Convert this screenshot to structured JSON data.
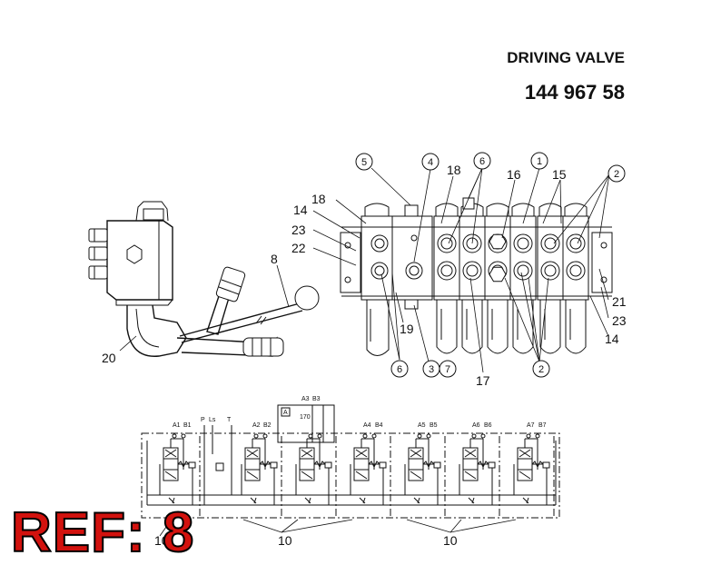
{
  "title": "DRIVING VALVE",
  "part_number": "144 967 58",
  "ref_stamp": "REF: 8",
  "callouts": {
    "plain": {
      "c8": "8",
      "c10a": "10",
      "c10b": "10",
      "c10c": "10",
      "c14a": "14",
      "c14b": "14",
      "c15": "15",
      "c16": "16",
      "c17": "17",
      "c18a": "18",
      "c18b": "18",
      "c19": "19",
      "c20": "20",
      "c21": "21",
      "c22": "22",
      "c23a": "23",
      "c23b": "23"
    },
    "circled": {
      "k1": "1",
      "k2a": "2",
      "k2b": "2",
      "k3": "3",
      "k4": "4",
      "k5": "5",
      "k6a": "6",
      "k6b": "6",
      "k7": "7"
    }
  },
  "schematic": {
    "ports": {
      "a1": "A1",
      "b1": "B1",
      "p": "P",
      "ls": "Ls",
      "t": "T",
      "a2": "A2",
      "b2": "B2",
      "a3": "A3",
      "b3": "B3",
      "a4": "A4",
      "b4": "B4",
      "a5": "A5",
      "b5": "B5",
      "a6": "A6",
      "b6": "B6",
      "a7": "A7",
      "b7": "B7"
    },
    "box_label": "A",
    "pressure_label": "170"
  }
}
